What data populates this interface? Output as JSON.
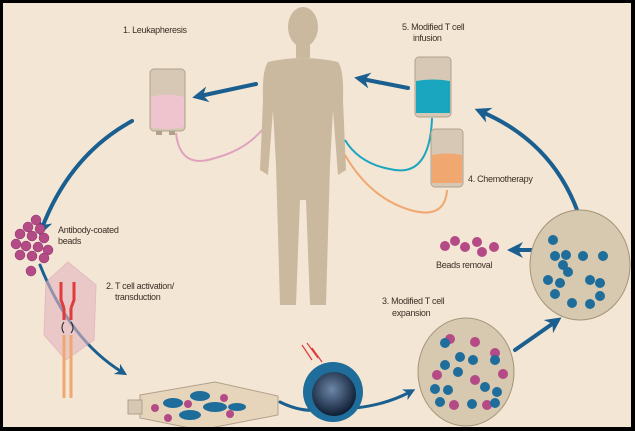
{
  "steps": {
    "leukapheresis": "1. Leukapheresis",
    "activation_line1": "2. T cell activation/",
    "activation_line2": "transduction",
    "expansion_line1": "3. Modified T cell",
    "expansion_line2": "expansion",
    "chemotherapy": "4. Chemotherapy",
    "infusion_line1": "5. Modified T cell",
    "infusion_line2": "infusion"
  },
  "annotations": {
    "beads_line1": "Antibody-coated",
    "beads_line2": "beads",
    "beads_removal": "Beads removal"
  },
  "colors": {
    "background": "#f4e6d4",
    "arrow": "#1a5f8f",
    "body": "#cbb99f",
    "bead": "#b44a86",
    "cell": "#1f6d9a",
    "leukapheresis_bag": "#efc4cf",
    "infusion_bag": "#1aa6be",
    "chemo_bag": "#f0a770"
  }
}
